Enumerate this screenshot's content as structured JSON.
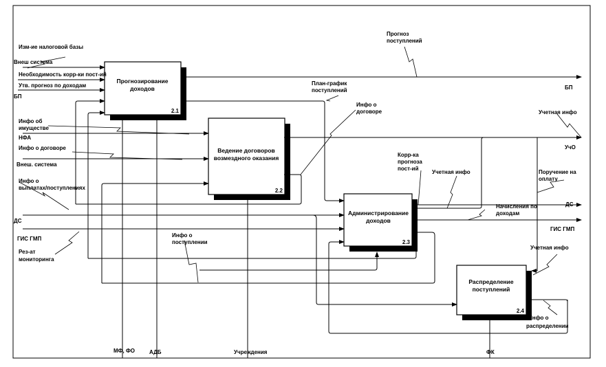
{
  "diagram": {
    "boxes": [
      {
        "title_1": "Прогнозирование",
        "title_2": "доходов",
        "number": "2.1"
      },
      {
        "title_1": "Ведение договоров",
        "title_2": "возмездного оказания",
        "number": "2.2"
      },
      {
        "title_1": "Администрирование",
        "title_2": "доходов",
        "number": "2.3"
      },
      {
        "title_1": "Распределение",
        "title_2": "поступлений",
        "number": "2.4"
      }
    ],
    "labels": {
      "izm_bazy": "Изм-ие налоговой базы",
      "vnesh_sistema_1": "Внеш система",
      "neobh_korr": "Необходимость корр-ки пост-ий",
      "utv_prognoz": "Утв. прогноз по доходам",
      "bp_in": "БП",
      "info_imush_1": "Инфо об",
      "info_imush_2": "имуществе",
      "nfa": "НФА",
      "info_dogovore": "Инфо о договоре",
      "vnesh_sistema_2": "Внеш. система",
      "info_vyplatah_1": "Инфо о",
      "info_vyplatah_2": "выплатах/поступлениях",
      "ds_in": "ДС",
      "gis_gmp_in": "ГИС ГМП",
      "rez_1": "Рез-ат",
      "rez_2": "мониторинга",
      "info_post_1": "Инфо о",
      "info_post_2": "поступлении",
      "mf_fo": "МФ, ФО",
      "adb": "АДБ",
      "uchrezhdenie": "Учреждения",
      "fk": "ФК",
      "prognoz_1": "Прогноз",
      "prognoz_2": "поступлений",
      "bp_out": "БП",
      "plan_1": "План-график",
      "plan_2": "поступлений",
      "info_dog2_1": "Инфо о",
      "info_dog2_2": "договоре",
      "uchet_info_1": "Учетная инфо",
      "ucho": "УчО",
      "korr_1": "Корр-ка",
      "korr_2": "прогноза",
      "korr_3": "пост-ий",
      "uchet_info_2": "Учетная инфо",
      "poruch_1": "Поручение на",
      "poruch_2": "оплату",
      "ds_out": "ДС",
      "nachisl_1": "Начисления по",
      "nachisl_2": "доходам",
      "gis_gmp_out": "ГИС ГМП",
      "uchet_info_3": "Учетная инфо",
      "info_raspr_1": "Инфо о",
      "info_raspr_2": "распределении"
    }
  }
}
